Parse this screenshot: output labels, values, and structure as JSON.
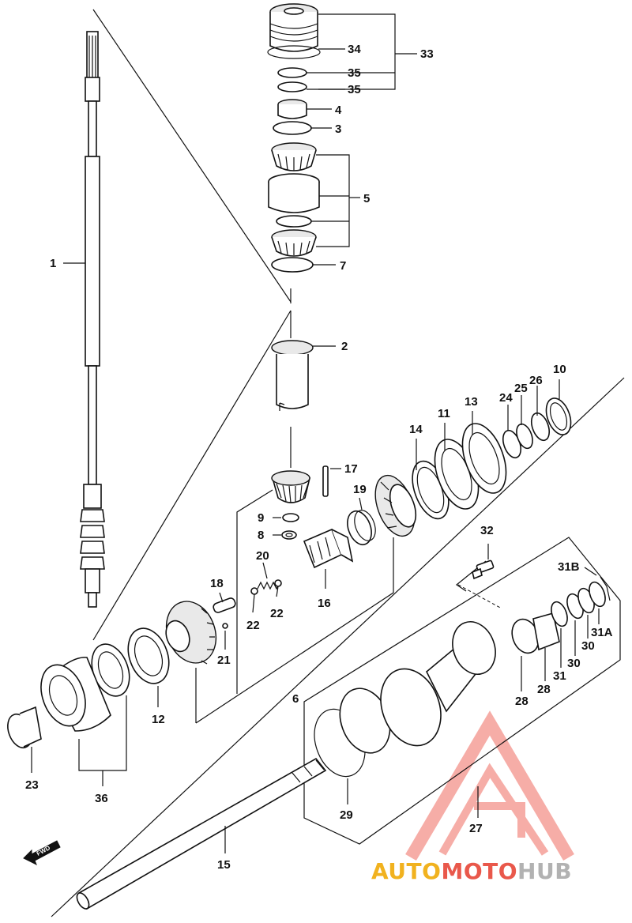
{
  "diagram": {
    "callouts": [
      {
        "id": "c1",
        "text": "1"
      },
      {
        "id": "c2",
        "text": "2"
      },
      {
        "id": "c3",
        "text": "3"
      },
      {
        "id": "c4",
        "text": "4"
      },
      {
        "id": "c5",
        "text": "5"
      },
      {
        "id": "c6",
        "text": "6"
      },
      {
        "id": "c7",
        "text": "7"
      },
      {
        "id": "c8",
        "text": "8"
      },
      {
        "id": "c9",
        "text": "9"
      },
      {
        "id": "c10",
        "text": "10"
      },
      {
        "id": "c11",
        "text": "11"
      },
      {
        "id": "c12",
        "text": "12"
      },
      {
        "id": "c13",
        "text": "13"
      },
      {
        "id": "c14",
        "text": "14"
      },
      {
        "id": "c15",
        "text": "15"
      },
      {
        "id": "c16",
        "text": "16"
      },
      {
        "id": "c17",
        "text": "17"
      },
      {
        "id": "c18",
        "text": "18"
      },
      {
        "id": "c19",
        "text": "19"
      },
      {
        "id": "c20",
        "text": "20"
      },
      {
        "id": "c21",
        "text": "21"
      },
      {
        "id": "c22a",
        "text": "22"
      },
      {
        "id": "c22b",
        "text": "22"
      },
      {
        "id": "c23",
        "text": "23"
      },
      {
        "id": "c24",
        "text": "24"
      },
      {
        "id": "c25",
        "text": "25"
      },
      {
        "id": "c26",
        "text": "26"
      },
      {
        "id": "c27",
        "text": "27"
      },
      {
        "id": "c28a",
        "text": "28"
      },
      {
        "id": "c28b",
        "text": "28"
      },
      {
        "id": "c29",
        "text": "29"
      },
      {
        "id": "c30a",
        "text": "30"
      },
      {
        "id": "c30b",
        "text": "30"
      },
      {
        "id": "c31",
        "text": "31"
      },
      {
        "id": "c31a",
        "text": "31A"
      },
      {
        "id": "c31b",
        "text": "31B"
      },
      {
        "id": "c32",
        "text": "32"
      },
      {
        "id": "c33",
        "text": "33"
      },
      {
        "id": "c34",
        "text": "34"
      },
      {
        "id": "c35a",
        "text": "35"
      },
      {
        "id": "c35b",
        "text": "35"
      },
      {
        "id": "c36",
        "text": "36"
      }
    ],
    "fwd_label": "FWD"
  },
  "watermark": {
    "part1": "AUTO",
    "part2": "MOTO",
    "part3": "HUB",
    "colors": {
      "auto": "#f1b21f",
      "moto": "#e9584b",
      "hub": "#b2b2b2"
    }
  }
}
